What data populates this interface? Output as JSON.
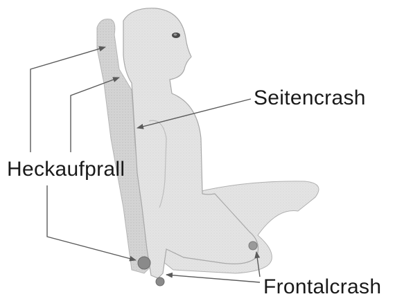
{
  "labels": {
    "side_impact": "Seitencrash",
    "rear_impact": "Heckaufprall",
    "frontal_impact": "Frontalcrash"
  },
  "colors": {
    "figure_fill": "#e6e6e6",
    "figure_stroke": "#a8a8a8",
    "seat_fill": "#d9d9d9",
    "line": "#5a5a5a",
    "sensor": "#7a7a7a",
    "text": "#1a1a1a"
  }
}
